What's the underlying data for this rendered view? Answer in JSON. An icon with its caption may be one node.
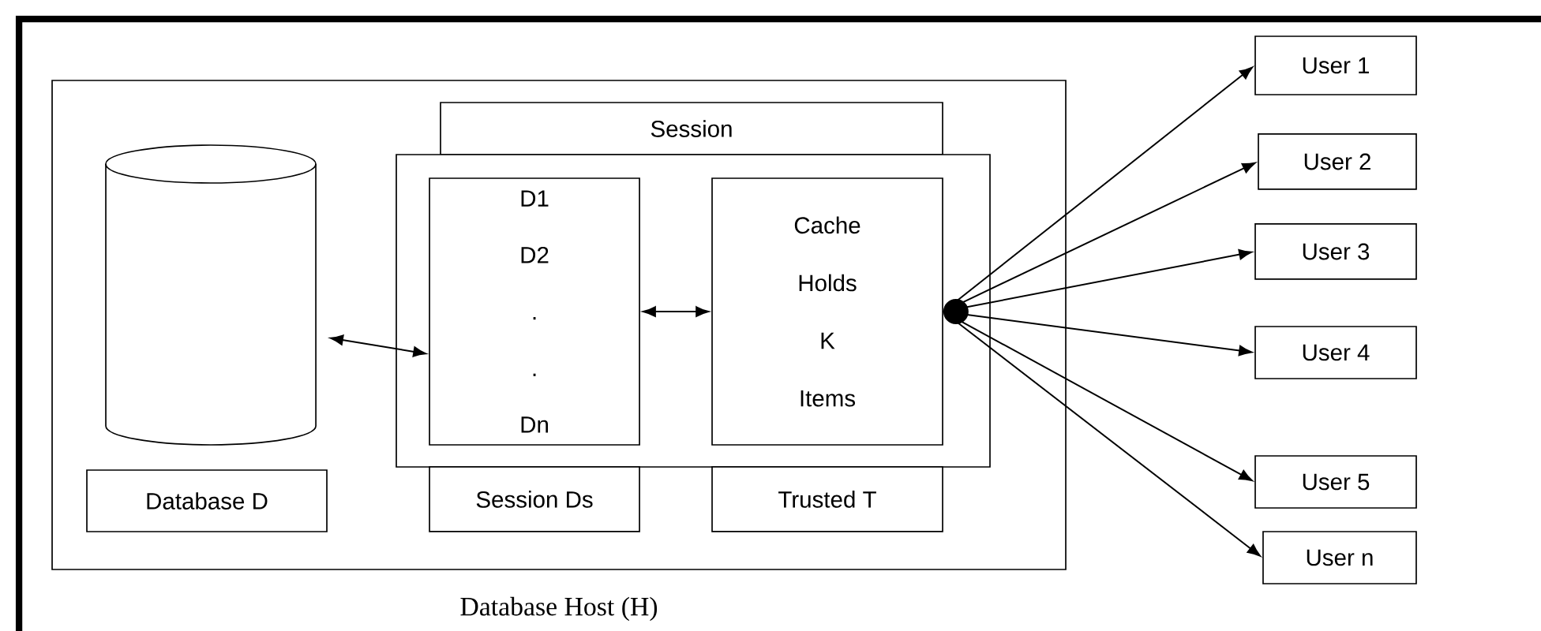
{
  "diagram": {
    "nodes": [
      {
        "text": [
          "Database Host (H)"
        ]
      },
      {
        "text": [],
        "shape": "cylinder",
        "in": 0
      },
      {
        "text": [
          "Database D"
        ],
        "in": 0
      },
      {
        "text": [
          "Session"
        ],
        "in": 0
      },
      {
        "text": [],
        "shape": "box",
        "in": 0
      },
      {
        "text": [
          "D1",
          "D2",
          ".",
          ".",
          "Dn"
        ],
        "in": 4
      },
      {
        "text": [
          "Cache",
          "Holds",
          "K",
          "Items"
        ],
        "in": 4
      },
      {
        "text": [
          "Session Ds"
        ],
        "in": 0
      },
      {
        "text": [
          "Trusted T"
        ],
        "in": 0
      },
      {
        "text": [
          "User 1"
        ]
      },
      {
        "text": [
          "User 2"
        ]
      },
      {
        "text": [
          "User 3"
        ]
      },
      {
        "text": [
          "User 4"
        ]
      },
      {
        "text": [
          "User 5"
        ]
      },
      {
        "text": [
          "User n"
        ]
      }
    ],
    "edges": [
      {
        "from": 1,
        "to": 5,
        "arrow": "both"
      },
      {
        "from": 5,
        "to": 6,
        "arrow": "both"
      },
      {
        "from": 6,
        "to": 9,
        "arrow": "to"
      },
      {
        "from": 6,
        "to": 10,
        "arrow": "to"
      },
      {
        "from": 6,
        "to": 11,
        "arrow": "to"
      },
      {
        "from": 6,
        "to": 12,
        "arrow": "to"
      },
      {
        "from": 6,
        "to": 13,
        "arrow": "to"
      },
      {
        "from": 6,
        "to": 14,
        "arrow": "to"
      }
    ]
  }
}
